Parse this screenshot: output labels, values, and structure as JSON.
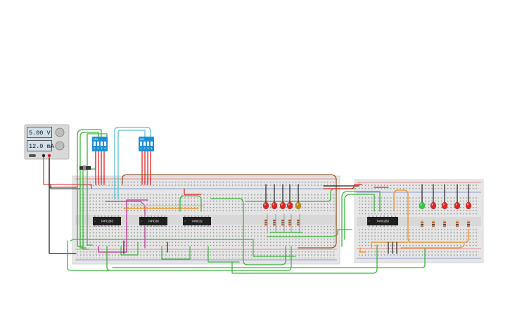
{
  "power_supply": {
    "voltage": "5.00 V",
    "current": "12.0 mA"
  },
  "dip_switches": [
    {
      "id": "dip-1",
      "label": "ON",
      "numbers": [
        "1",
        "2",
        "3",
        "4"
      ]
    },
    {
      "id": "dip-2",
      "label": "ON",
      "numbers": [
        "1",
        "2",
        "3",
        "4"
      ]
    }
  ],
  "chips": [
    {
      "id": "chip-1",
      "label": "74HC283"
    },
    {
      "id": "chip-2",
      "label": "74HC08"
    },
    {
      "id": "chip-3",
      "label": "74HC32"
    },
    {
      "id": "chip-4",
      "label": "74HC283"
    }
  ],
  "led_groups": [
    {
      "id": "leds-main",
      "colors": [
        "#e02424",
        "#e02424",
        "#e02424",
        "#e02424",
        "#c08a1a"
      ]
    },
    {
      "id": "leds-right",
      "colors": [
        "#2ecc40",
        "#e02424",
        "#e02424",
        "#e02424",
        "#e02424"
      ]
    }
  ],
  "colors": {
    "wire_green": "#3cb43c",
    "wire_red": "#e02020",
    "wire_black": "#222222",
    "wire_cyan": "#5bc0d0",
    "wire_brown": "#8a5a2a",
    "wire_orange": "#f0901c",
    "wire_yellow": "#e8d020",
    "wire_magenta": "#c03090",
    "dip_blue": "#1e8fd6",
    "breadboard": "#e6e6e6"
  }
}
